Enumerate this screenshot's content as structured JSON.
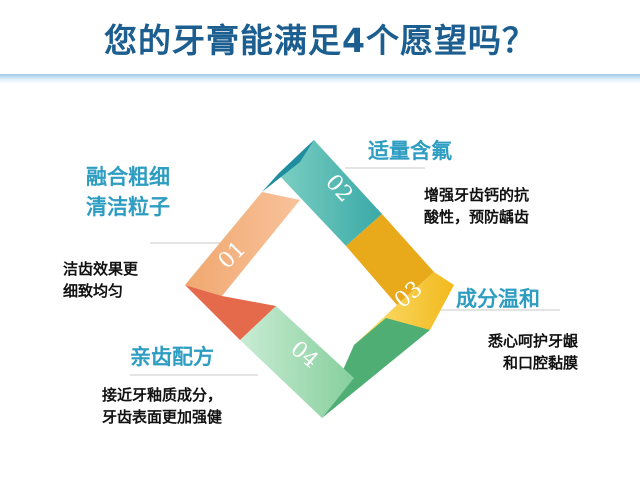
{
  "title": "您的牙膏能满足4个愿望吗？",
  "items": [
    {
      "number": "01",
      "heading_lines": [
        "融合粗细",
        "清洁粒子"
      ],
      "desc_lines": [
        "洁齿效果更",
        "细致均匀"
      ],
      "color": "#f29a5a"
    },
    {
      "number": "02",
      "heading_lines": [
        "适量含氟"
      ],
      "desc_lines": [
        "增强牙齿钙的抗",
        "酸性，预防龋齿"
      ],
      "color": "#4fbfb4"
    },
    {
      "number": "03",
      "heading_lines": [
        "成分温和"
      ],
      "desc_lines": [
        "悉心呵护牙龈",
        "和口腔黏膜"
      ],
      "color": "#f5c518"
    },
    {
      "number": "04",
      "heading_lines": [
        "亲齿配方"
      ],
      "desc_lines": [
        "接近牙釉质成分，",
        "牙齿表面更加强健"
      ],
      "color": "#8fd3a2"
    }
  ]
}
